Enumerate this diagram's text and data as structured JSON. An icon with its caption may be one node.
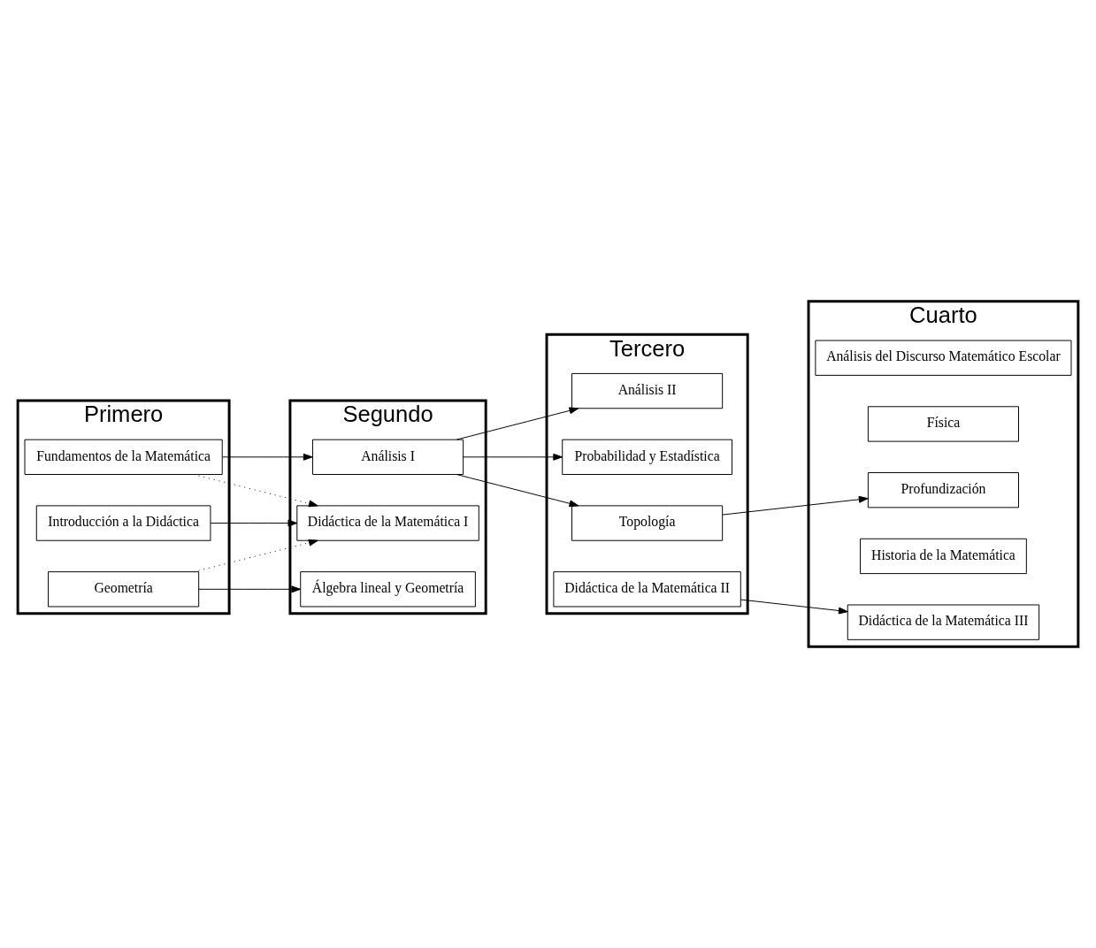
{
  "diagram": {
    "nodes": [
      {
        "text": [
          "Primero"
        ]
      },
      {
        "text": [
          "Fundamentos de la Matemática"
        ],
        "in": 0
      },
      {
        "text": [
          "Geometría"
        ],
        "in": 0
      },
      {
        "text": [
          "Introducción a la Didáctica"
        ],
        "in": 0
      },
      {
        "text": [
          "Segundo"
        ]
      },
      {
        "text": [
          "Análisis I"
        ],
        "in": 4
      },
      {
        "text": [
          "Álgebra lineal y Geometría"
        ],
        "in": 4
      },
      {
        "text": [
          "Didáctica de la Matemática I"
        ],
        "in": 4
      },
      {
        "text": [
          "Tercero"
        ]
      },
      {
        "text": [
          "Análisis II"
        ],
        "in": 8
      },
      {
        "text": [
          "Probabilidad y Estadística"
        ],
        "in": 8
      },
      {
        "text": [
          "Topología"
        ],
        "in": 8
      },
      {
        "text": [
          "Didáctica de la Matemática II"
        ],
        "in": 8
      },
      {
        "text": [
          "Cuarto"
        ]
      },
      {
        "text": [
          "Análisis del Discurso Matemático Escolar"
        ],
        "in": 13
      },
      {
        "text": [
          "Física"
        ],
        "in": 13
      },
      {
        "text": [
          "Profundización"
        ],
        "in": 13
      },
      {
        "text": [
          "Historia de la Matemática"
        ],
        "in": 13
      },
      {
        "text": [
          "Didáctica de la Matemática III"
        ],
        "in": 13
      }
    ],
    "edges": [
      {
        "from": 1,
        "to": 5,
        "arrow": "to"
      },
      {
        "from": 1,
        "to": 7,
        "arrow": "to",
        "style": "dashed"
      },
      {
        "from": 2,
        "to": 6,
        "arrow": "to"
      },
      {
        "from": 2,
        "to": 7,
        "arrow": "to",
        "style": "dashed"
      },
      {
        "from": 3,
        "to": 7,
        "arrow": "to"
      },
      {
        "from": 5,
        "to": 9,
        "arrow": "to"
      },
      {
        "from": 5,
        "to": 10,
        "arrow": "to"
      },
      {
        "from": 5,
        "to": 11,
        "arrow": "to"
      },
      {
        "from": 11,
        "to": 16,
        "arrow": "to"
      },
      {
        "from": 12,
        "to": 18,
        "arrow": "to"
      }
    ]
  }
}
